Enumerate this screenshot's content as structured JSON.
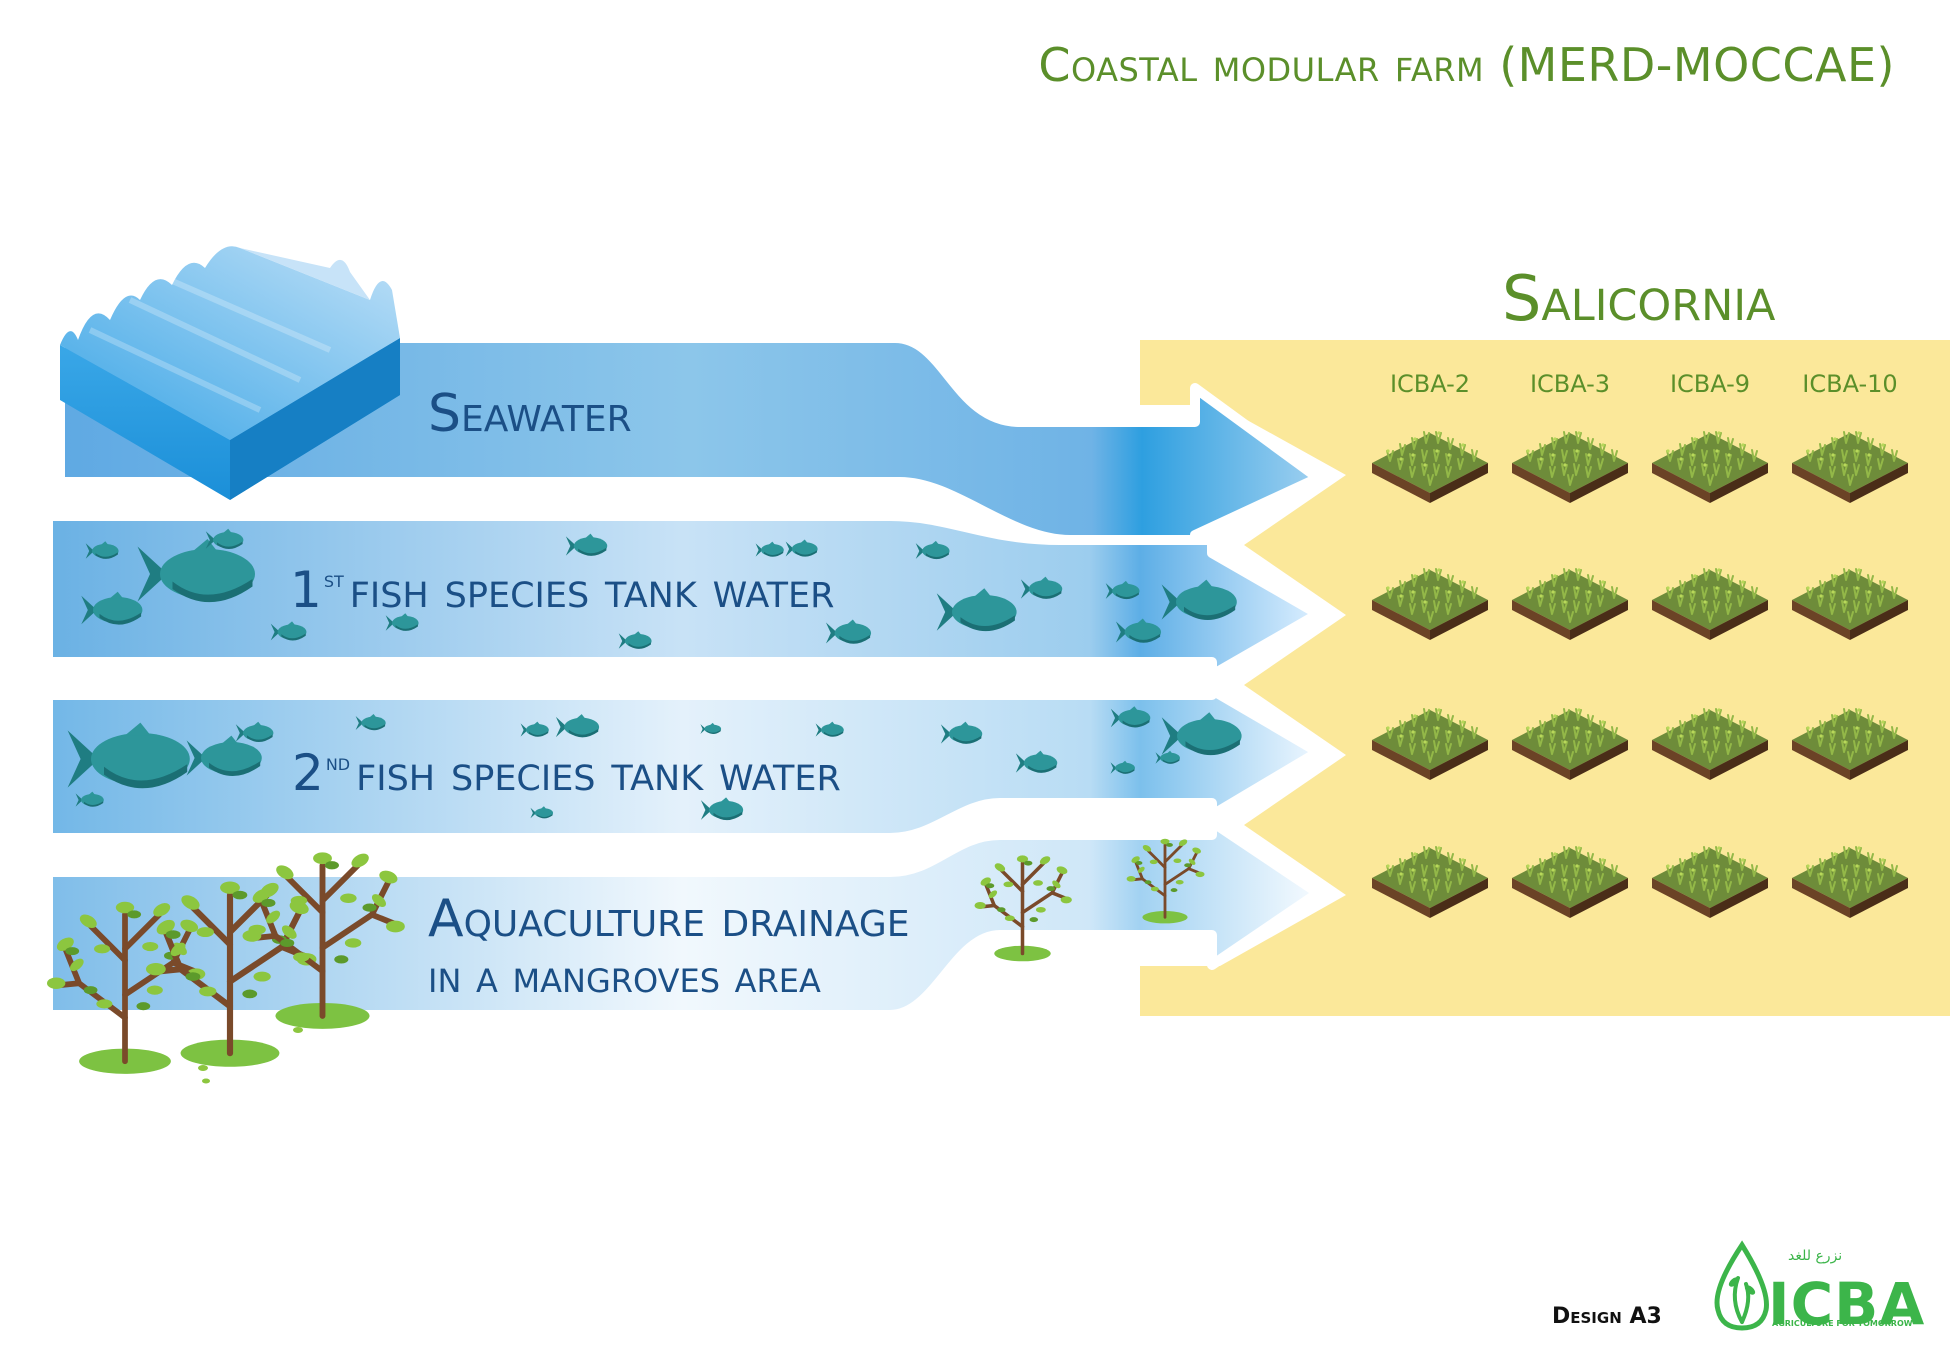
{
  "header": {
    "title": "Coastal modular farm (MERD-MOCCAE)"
  },
  "salicornia": {
    "title": "Salicornia",
    "varieties": [
      "ICBA-2",
      "ICBA-3",
      "ICBA-9",
      "ICBA-10"
    ]
  },
  "flows": [
    {
      "id": "seawater",
      "text": "Seawater"
    },
    {
      "id": "fish1",
      "num": "1",
      "sup": "st",
      "text": "fish species tank water"
    },
    {
      "id": "fish2",
      "num": "2",
      "sup": "nd",
      "text": "fish species tank water"
    },
    {
      "id": "drainage",
      "line1": "Aquaculture drainage",
      "line2": "in a mangroves area"
    }
  ],
  "footer": {
    "design_label": "Design",
    "design_mark": "A3",
    "logo_text": "ICBA",
    "logo_tagline": "AGRICULTURE FOR TOMORROW",
    "logo_arabic": "نزرع للغد"
  },
  "colors": {
    "title_green": "#5b8f2a",
    "label_blue": "#1b4f86",
    "sand_yellow": "#fbe89a",
    "water_blue": "#8cc6ea",
    "fish_teal": "#2a8f93",
    "soil_brown": "#5a3b24",
    "plant_green": "#6f9a33",
    "mangrove_leaf": "#8cc63f",
    "logo_green": "#3cb54a"
  }
}
